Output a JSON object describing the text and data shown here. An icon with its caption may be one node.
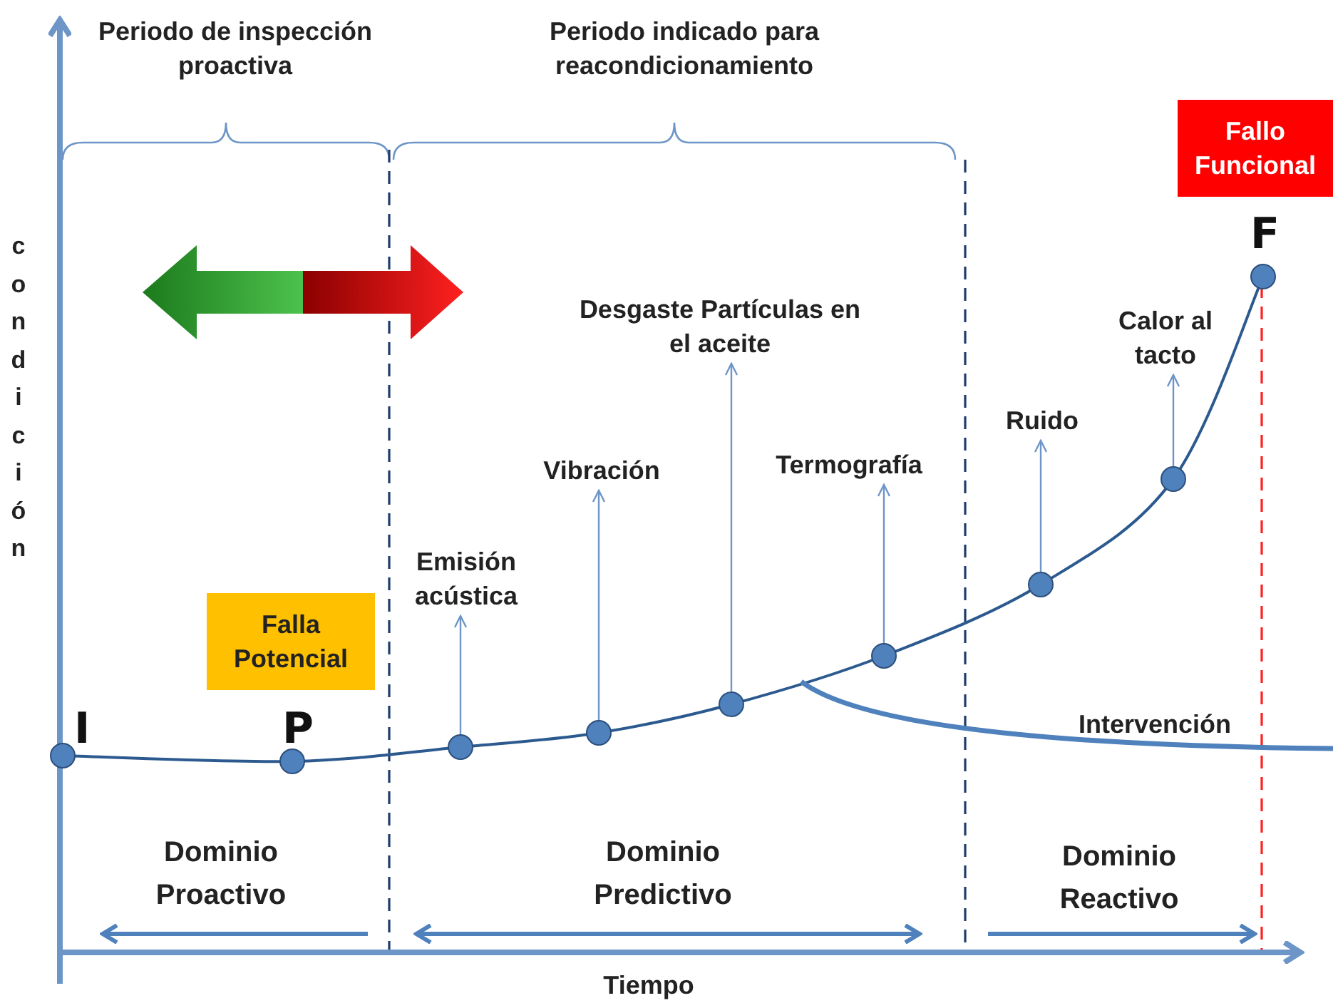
{
  "diagram": {
    "nodes": [
      {
        "text": [
          "Falla Potencial"
        ]
      },
      {
        "text": [
          "Fallo Funcional"
        ]
      },
      {
        "text": [],
        "shape": "circle",
        "beside": [
          "I"
        ]
      },
      {
        "text": [],
        "shape": "circle",
        "beside": [
          "P"
        ]
      },
      {
        "text": [],
        "shape": "circle"
      },
      {
        "text": [],
        "shape": "circle"
      },
      {
        "text": [],
        "shape": "circle"
      },
      {
        "text": [],
        "shape": "circle"
      },
      {
        "text": [],
        "shape": "circle"
      },
      {
        "text": [],
        "shape": "circle"
      },
      {
        "text": [],
        "shape": "circle",
        "beside": [
          "F"
        ]
      },
      {
        "text": [
          "Emisión acústica"
        ]
      },
      {
        "text": [
          "Vibración"
        ]
      },
      {
        "text": [
          "Desgaste Partículas en el aceite"
        ]
      },
      {
        "text": [
          "Termografía"
        ]
      },
      {
        "text": [
          "Ruido"
        ]
      },
      {
        "text": [
          "Calor al tacto"
        ]
      }
    ],
    "edges": [
      {
        "from": 4,
        "to": 11,
        "arrow": "to"
      },
      {
        "from": 5,
        "to": 12,
        "arrow": "to"
      },
      {
        "from": 6,
        "to": 13,
        "arrow": "to"
      },
      {
        "from": 7,
        "to": 14,
        "arrow": "to"
      },
      {
        "from": 8,
        "to": 15,
        "arrow": "to"
      },
      {
        "from": 9,
        "to": 16,
        "arrow": "to"
      }
    ],
    "labels": [
      "Periodo de inspección proactiva",
      "Periodo indicado para reacondicionamiento",
      "condición",
      "Intervención",
      "Dominio Proactivo",
      "Dominio Predictivo",
      "Dominio Reactivo",
      "Tiempo"
    ]
  }
}
